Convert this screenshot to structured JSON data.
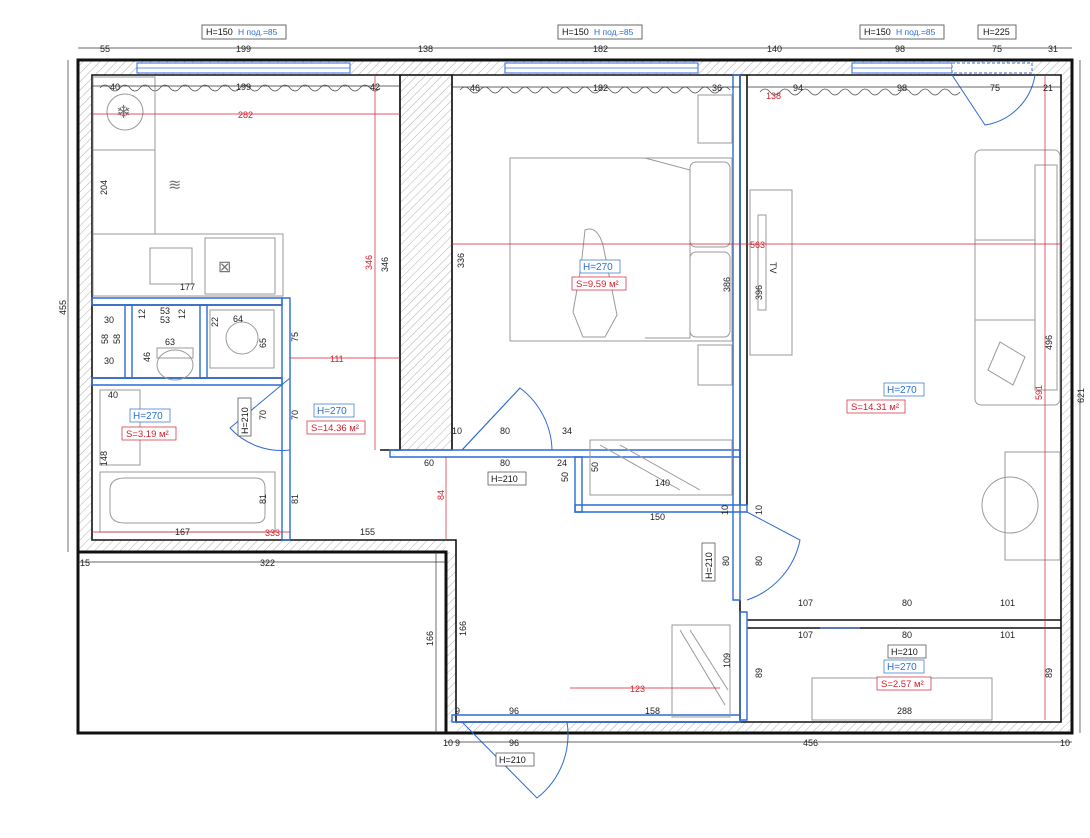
{
  "window_tags": [
    {
      "h": "H=150",
      "sill": "H под.=85"
    },
    {
      "h": "H=150",
      "sill": "H под.=85"
    },
    {
      "h": "H=150",
      "sill": "H под.=85"
    },
    {
      "h": "H=225"
    }
  ],
  "top_dims": [
    "55",
    "199",
    "138",
    "182",
    "140",
    "98",
    "75",
    "31"
  ],
  "inner_top_dims": [
    "40",
    "199",
    "42",
    "46",
    "182",
    "36",
    "94",
    "98",
    "75",
    "21"
  ],
  "red_dims": [
    "282",
    "138",
    "563",
    "346",
    "111",
    "84",
    "333",
    "123",
    "591"
  ],
  "rooms": {
    "bedroom": {
      "h": "H=270",
      "s": "S=9.59 м²"
    },
    "living": {
      "h": "H=270",
      "s": "S=14.31 м²"
    },
    "hall": {
      "h": "H=270",
      "s": "S=14.36 м²"
    },
    "bath": {
      "h": "H=270",
      "s": "S=3.19 м²"
    },
    "loggia": {
      "h": "H=270",
      "s": "S=2.57 м²",
      "door": "H=210"
    }
  },
  "door_tags": [
    "H=210",
    "H=210",
    "H=210",
    "H=210"
  ],
  "left_dims": [
    "455",
    "204",
    "30",
    "58",
    "58",
    "30",
    "46",
    "40",
    "148"
  ],
  "kitchen_dims": [
    "177",
    "12",
    "53",
    "53",
    "12",
    "22",
    "64",
    "63",
    "65",
    "75",
    "70",
    "70",
    "81",
    "81"
  ],
  "bottom_dims": [
    "167",
    "155",
    "15",
    "322",
    "166",
    "166",
    "10",
    "9",
    "96",
    "96",
    "158",
    "456",
    "10",
    "9"
  ],
  "middle_dims": [
    "336",
    "346",
    "386",
    "396",
    "10",
    "80",
    "34",
    "60",
    "80",
    "24",
    "50",
    "50",
    "140",
    "150"
  ],
  "right_dims": [
    "621",
    "496",
    "10",
    "80",
    "80",
    "10",
    "107",
    "80",
    "101",
    "107",
    "80",
    "101",
    "109",
    "89",
    "89",
    "288"
  ],
  "tv_label": "TV"
}
